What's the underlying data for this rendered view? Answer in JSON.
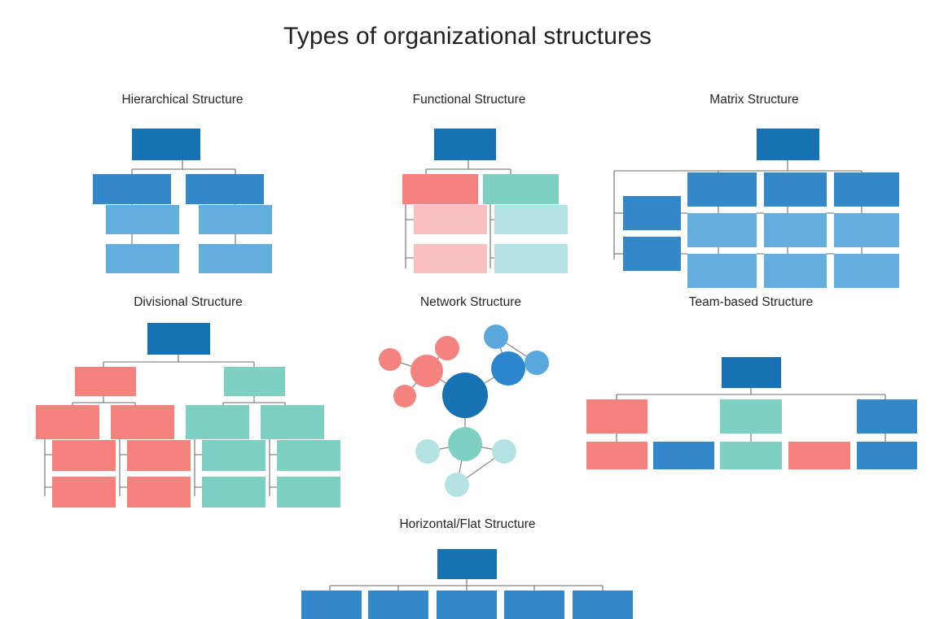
{
  "page": {
    "title": "Types of organizational structures",
    "background": "#ffffff"
  },
  "palette": {
    "blue_dark": "#1772b4",
    "blue_mid": "#3288c8",
    "blue_light": "#64aede",
    "coral": "#f4827f",
    "coral_pale": "#f9c0c0",
    "teal": "#7ed0c3",
    "teal_pale": "#b5e2e3",
    "connector": "#6b6b6b",
    "title_color": "#231f20"
  },
  "sections": [
    {
      "id": "hierarchical",
      "title": "Hierarchical Structure",
      "type": "tree",
      "nodes": 7,
      "colors": [
        "blue_dark",
        "blue_mid",
        "blue_mid",
        "blue_light",
        "blue_light",
        "blue_light",
        "blue_light"
      ]
    },
    {
      "id": "functional",
      "title": "Functional Structure",
      "type": "tree",
      "nodes": 7,
      "colors": [
        "blue_dark",
        "coral",
        "teal",
        "coral_pale",
        "coral_pale",
        "teal_pale",
        "teal_pale"
      ]
    },
    {
      "id": "matrix",
      "title": "Matrix Structure",
      "type": "grid",
      "nodes": 10,
      "colors": [
        "blue_dark",
        "blue_mid",
        "blue_mid",
        "blue_mid",
        "blue_mid",
        "blue_mid",
        "blue_light",
        "blue_light",
        "blue_light",
        "blue_light",
        "blue_light",
        "blue_light"
      ]
    },
    {
      "id": "divisional",
      "title": "Divisional Structure",
      "type": "tree",
      "nodes": 15,
      "colors": [
        "blue_dark",
        "coral",
        "teal"
      ]
    },
    {
      "id": "network",
      "title": "Network Structure",
      "type": "network",
      "nodes": 10,
      "colors": [
        "blue_dark",
        "coral",
        "teal",
        "blue_mid",
        "blue_light",
        "coral",
        "teal_pale"
      ]
    },
    {
      "id": "team-based",
      "title": "Team-based Structure",
      "type": "tree",
      "nodes": 9,
      "colors": [
        "blue_dark",
        "coral",
        "teal",
        "blue_mid"
      ]
    },
    {
      "id": "horizontal-flat",
      "title": "Horizontal/Flat Structure",
      "type": "tree",
      "nodes": 6,
      "colors": [
        "blue_dark",
        "blue_mid"
      ]
    }
  ]
}
